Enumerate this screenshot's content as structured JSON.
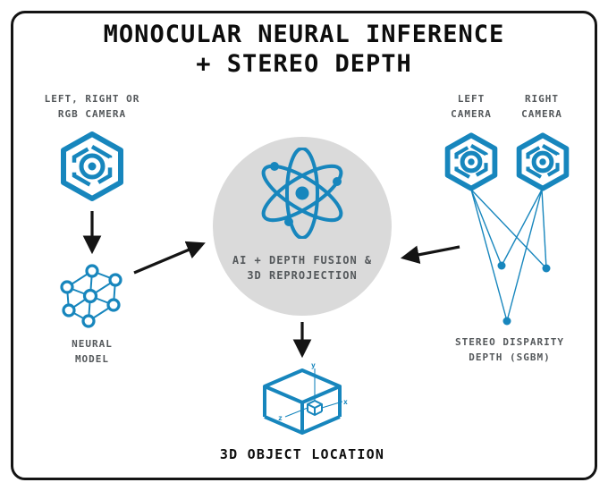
{
  "colors": {
    "accent_blue": "#1786bd",
    "fusion_circle_gray": "#dadada",
    "label_gray": "#54585b",
    "title_black": "#0d0d0d"
  },
  "title": {
    "line1": "MONOCULAR NEURAL INFERENCE",
    "line2": "+ STEREO DEPTH"
  },
  "mono_branch": {
    "camera_label": {
      "line1": "LEFT, RIGHT OR",
      "line2": "RGB CAMERA"
    },
    "model_label": {
      "line1": "NEURAL",
      "line2": "MODEL"
    }
  },
  "fusion": {
    "label": {
      "line1": "AI + DEPTH FUSION &",
      "line2": "3D REPROJECTION"
    }
  },
  "stereo_branch": {
    "left_camera_label": {
      "line1": "LEFT",
      "line2": "CAMERA"
    },
    "right_camera_label": {
      "line1": "RIGHT",
      "line2": "CAMERA"
    },
    "depth_label": {
      "line1": "STEREO DISPARITY",
      "line2": "DEPTH (SGBM)"
    }
  },
  "output": {
    "label": "3D OBJECT LOCATION",
    "axes": {
      "x": "x",
      "y": "y",
      "z": "z"
    }
  },
  "icons": {
    "camera": "hexagon-eye-camera",
    "neural_model": "connected-nodes-network",
    "fusion": "atom-orbits",
    "output": "wireframe-3d-cube"
  }
}
